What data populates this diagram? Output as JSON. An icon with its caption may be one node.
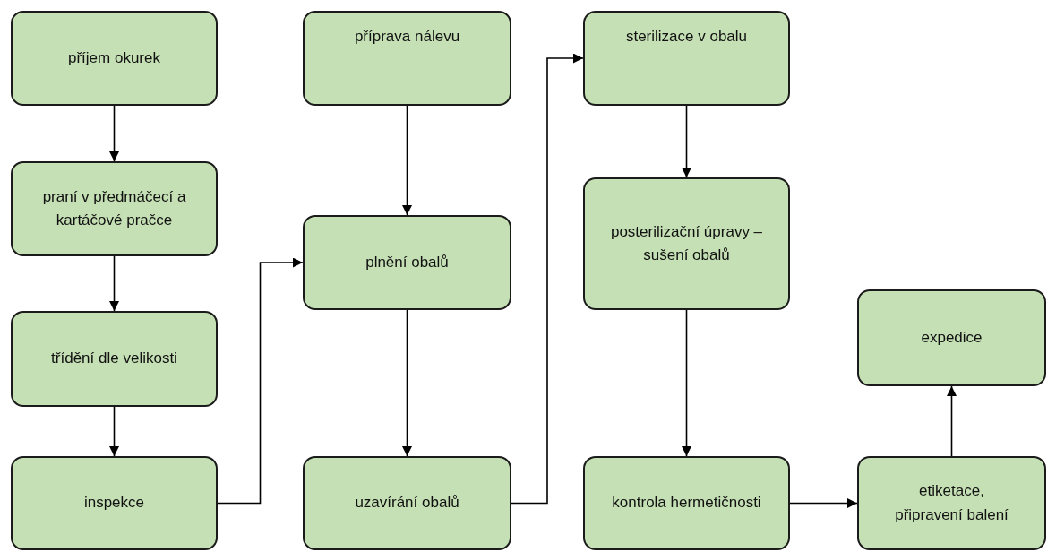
{
  "diagram": {
    "nodes": [
      {
        "text": [
          "příjem okurek"
        ]
      },
      {
        "text": [
          "praní v předmáčecí a kartáčové pračce"
        ]
      },
      {
        "text": [
          "třídění dle velikosti"
        ]
      },
      {
        "text": [
          "inspekce"
        ]
      },
      {
        "text": [
          "příprava nálevu"
        ]
      },
      {
        "text": [
          "plnění obalů"
        ]
      },
      {
        "text": [
          "uzavírání obalů"
        ]
      },
      {
        "text": [
          "sterilizace v obalu"
        ]
      },
      {
        "text": [
          "posterilizační úpravy – sušení obalů"
        ]
      },
      {
        "text": [
          "kontrola hermetičnosti"
        ]
      },
      {
        "text": [
          "expedice"
        ]
      },
      {
        "text": [
          "etiketace, připravení balení"
        ]
      }
    ],
    "edges": [
      {
        "from": 0,
        "to": 1,
        "arrow": "to"
      },
      {
        "from": 1,
        "to": 2,
        "arrow": "to"
      },
      {
        "from": 2,
        "to": 3,
        "arrow": "to"
      },
      {
        "from": 3,
        "to": 5,
        "arrow": "to"
      },
      {
        "from": 4,
        "to": 5,
        "arrow": "to"
      },
      {
        "from": 5,
        "to": 6,
        "arrow": "to"
      },
      {
        "from": 6,
        "to": 7,
        "arrow": "to"
      },
      {
        "from": 7,
        "to": 8,
        "arrow": "to"
      },
      {
        "from": 8,
        "to": 9,
        "arrow": "to"
      },
      {
        "from": 9,
        "to": 11,
        "arrow": "to"
      },
      {
        "from": 11,
        "to": 10,
        "arrow": "to"
      }
    ]
  }
}
